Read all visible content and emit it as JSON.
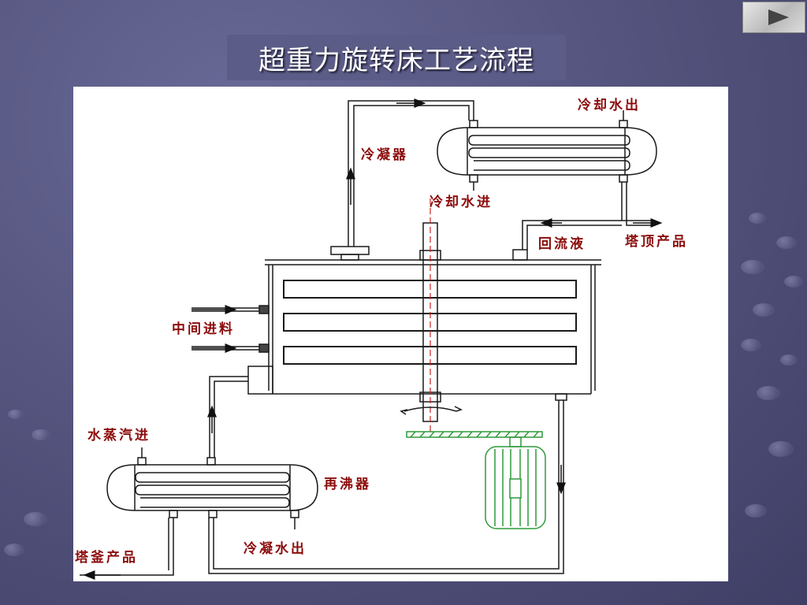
{
  "slide": {
    "title": "超重力旋转床工艺流程"
  },
  "diagram": {
    "labels": {
      "condenser": "冷凝器",
      "cooling_water_out": "冷却水出",
      "cooling_water_in": "冷却水进",
      "reflux": "回流液",
      "top_product": "塔顶产品",
      "middle_feed": "中间进料",
      "steam_in": "水蒸汽进",
      "reboiler": "再沸器",
      "bottom_product": "塔釜产品",
      "condensate_out": "冷凝水出"
    }
  },
  "colors": {
    "line": "#1a1a1a",
    "label": "#8c0c0c",
    "motor": "#2e9a3a",
    "center_line": "#cc2222",
    "title_bg": "#5c5c88"
  },
  "icons": {
    "next": "play-triangle-icon"
  }
}
